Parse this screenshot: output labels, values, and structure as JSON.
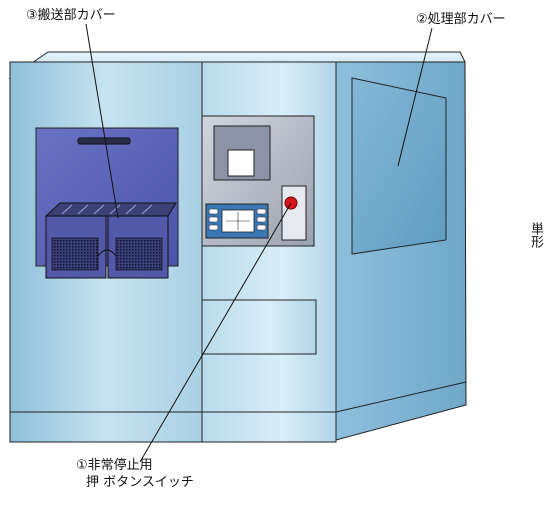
{
  "labels": {
    "transport_cover": "③搬送部カバー",
    "processing_cover": "②処理部カバー",
    "emergency_stop_line1": "①非常停止用",
    "emergency_stop_line2": "押 ボタンスイッチ",
    "side_text": "単形"
  },
  "colors": {
    "body_light": "#cfe6f2",
    "body_mid": "#aacfe3",
    "body_dark": "#7fb3d0",
    "window": "#5a64b8",
    "panel": "#b5bcc8",
    "outline": "#222222",
    "stop_button": "#d8141c"
  }
}
